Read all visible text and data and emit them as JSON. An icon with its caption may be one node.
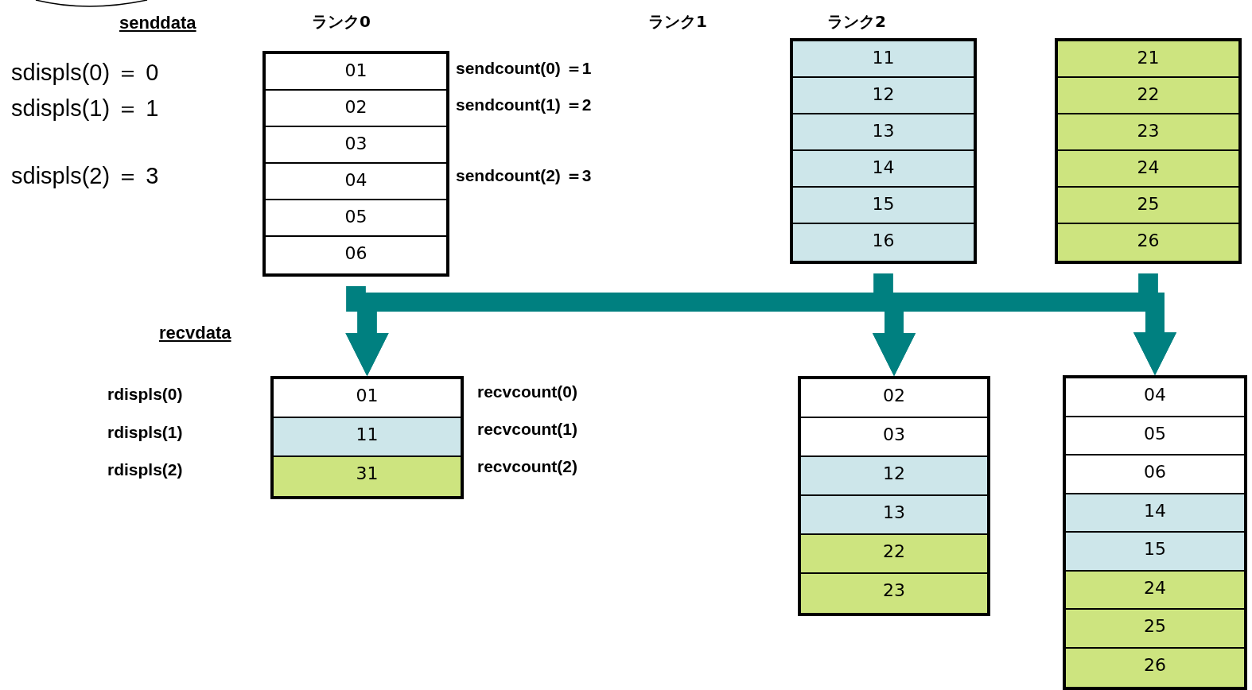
{
  "diagram": {
    "nodes": [
      {
        "text": [],
        "shape": "box"
      },
      {
        "text": [
          "01"
        ],
        "in": 0
      },
      {
        "text": [
          "02"
        ],
        "in": 0
      },
      {
        "text": [
          "03"
        ],
        "in": 0
      },
      {
        "text": [
          "04"
        ],
        "in": 0
      },
      {
        "text": [
          "05"
        ],
        "in": 0
      },
      {
        "text": [
          "06"
        ],
        "in": 0
      },
      {
        "text": [],
        "shape": "box"
      },
      {
        "text": [
          "11"
        ],
        "in": 7
      },
      {
        "text": [
          "12"
        ],
        "in": 7
      },
      {
        "text": [
          "13"
        ],
        "in": 7
      },
      {
        "text": [
          "14"
        ],
        "in": 7
      },
      {
        "text": [
          "15"
        ],
        "in": 7
      },
      {
        "text": [
          "16"
        ],
        "in": 7
      },
      {
        "text": [],
        "shape": "box"
      },
      {
        "text": [
          "21"
        ],
        "in": 14
      },
      {
        "text": [
          "22"
        ],
        "in": 14
      },
      {
        "text": [
          "23"
        ],
        "in": 14
      },
      {
        "text": [
          "24"
        ],
        "in": 14
      },
      {
        "text": [
          "25"
        ],
        "in": 14
      },
      {
        "text": [
          "26"
        ],
        "in": 14
      },
      {
        "text": [],
        "shape": "box"
      },
      {
        "text": [
          "01"
        ],
        "in": 21
      },
      {
        "text": [
          "11"
        ],
        "in": 21
      },
      {
        "text": [
          "31"
        ],
        "in": 21
      },
      {
        "text": [],
        "shape": "box"
      },
      {
        "text": [
          "02"
        ],
        "in": 25
      },
      {
        "text": [
          "03"
        ],
        "in": 25
      },
      {
        "text": [
          "12"
        ],
        "in": 25
      },
      {
        "text": [
          "13"
        ],
        "in": 25
      },
      {
        "text": [
          "22"
        ],
        "in": 25
      },
      {
        "text": [
          "23"
        ],
        "in": 25
      },
      {
        "text": [],
        "shape": "box"
      },
      {
        "text": [
          "04"
        ],
        "in": 32
      },
      {
        "text": [
          "05"
        ],
        "in": 32
      },
      {
        "text": [
          "06"
        ],
        "in": 32
      },
      {
        "text": [
          "14"
        ],
        "in": 32
      },
      {
        "text": [
          "15"
        ],
        "in": 32
      },
      {
        "text": [
          "24"
        ],
        "in": 32
      },
      {
        "text": [
          "25"
        ],
        "in": 32
      },
      {
        "text": [
          "26"
        ],
        "in": 32
      }
    ],
    "edges": [
      {
        "from": 0,
        "to": 21,
        "arrow": "to"
      },
      {
        "from": 0,
        "to": 25,
        "arrow": "to"
      },
      {
        "from": 0,
        "to": 32,
        "arrow": "to"
      },
      {
        "from": 7,
        "to": 21,
        "arrow": "to"
      },
      {
        "from": 7,
        "to": 25,
        "arrow": "to"
      },
      {
        "from": 7,
        "to": 32,
        "arrow": "to"
      },
      {
        "from": 14,
        "to": 21,
        "arrow": "to"
      },
      {
        "from": 14,
        "to": 25,
        "arrow": "to"
      },
      {
        "from": 14,
        "to": 32,
        "arrow": "to"
      }
    ],
    "labels": [
      "senddata",
      "ランク0",
      "ランク1",
      "ランク2",
      "sdispls(0) ＝ 0",
      "sendcount(0) ＝1",
      "sdispls(1) ＝ 1",
      "sendcount(1) ＝2",
      "sdispls(2) ＝ 3",
      "sendcount(2) ＝3",
      "recvdata",
      "rdispls(0)",
      "recvcount(0)",
      "rdispls(1)",
      "recvcount(1)",
      "rdispls(2)",
      "recvcount(2)"
    ]
  }
}
